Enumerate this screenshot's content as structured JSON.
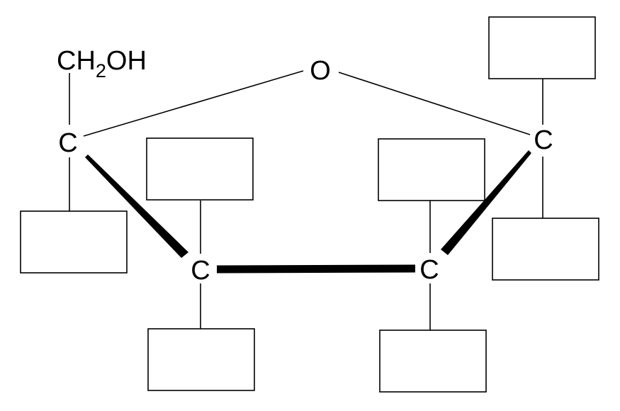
{
  "ring": {
    "oxygen": "O",
    "carbon_c1": "C",
    "carbon_c2": "C",
    "carbon_c3": "C",
    "carbon_c4": "C"
  },
  "substituent": {
    "ch2oh_prefix": "CH",
    "ch2oh_subscript": "2",
    "ch2oh_suffix": "OH"
  },
  "label_boxes": [
    {
      "id": "c1-top",
      "text": ""
    },
    {
      "id": "c1-bottom",
      "text": ""
    },
    {
      "id": "c2-top",
      "text": ""
    },
    {
      "id": "c2-bottom",
      "text": ""
    },
    {
      "id": "c3-top",
      "text": ""
    },
    {
      "id": "c3-bottom",
      "text": ""
    },
    {
      "id": "c4-bottom",
      "text": ""
    }
  ]
}
